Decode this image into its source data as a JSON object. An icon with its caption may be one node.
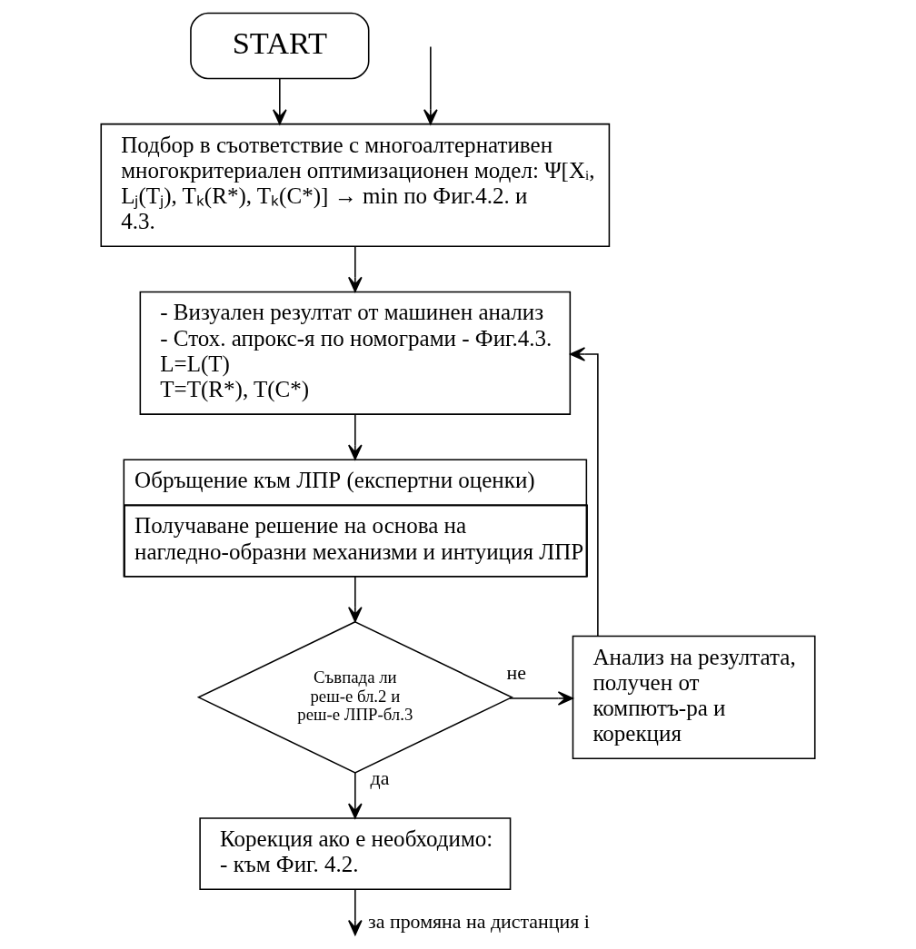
{
  "diagram": {
    "nodes": [
      {
        "text": [
          "START"
        ]
      },
      {
        "text": [
          "Подбор в съответствие с многоалтернативен многокритериален оптимизационен модел: Ψ[Xᵢ, Lⱼ(Tⱼ), Tₖ(R*), Tₖ(C*)] → min по Фиг.4.2. и 4.3."
        ]
      },
      {
        "text": [
          "- Визуален резултат от машинен анализ",
          "- Стох. апрокс-я по номограми - Фиг.4.3.",
          "L=L(T)",
          "T=T(R*), T(C*)"
        ]
      },
      {
        "text": [
          "Обръщение към ЛПР (експертни оценки)",
          "Получаване решение на основа на нагледно-образни механизми и интуиция ЛПР"
        ]
      },
      {
        "text": [
          "Съвпада ли реш-е бл.2 и реш-е ЛПР-бл.3"
        ]
      },
      {
        "text": [
          "Анализ на резултата, получен от компютъ-ра и корекция"
        ]
      },
      {
        "text": [
          "Корекция ако е необходимо:",
          "- към Фиг. 4.2."
        ]
      }
    ],
    "edges": [
      {
        "from": 0,
        "to": 1,
        "arrow": "to"
      },
      {
        "from": 1,
        "to": 2,
        "arrow": "to"
      },
      {
        "from": 2,
        "to": 3,
        "arrow": "to"
      },
      {
        "from": 3,
        "to": 4,
        "arrow": "to"
      },
      {
        "from": 4,
        "to": 5,
        "arrow": "to",
        "label": "не"
      },
      {
        "from": 5,
        "to": 2,
        "arrow": "to"
      },
      {
        "from": 4,
        "to": 6,
        "arrow": "to",
        "label": "да"
      },
      {
        "from": 6,
        "to": null,
        "arrow": "to",
        "label": "за промяна на дистанция і"
      },
      {
        "from": null,
        "to": 1,
        "arrow": "to"
      }
    ]
  }
}
